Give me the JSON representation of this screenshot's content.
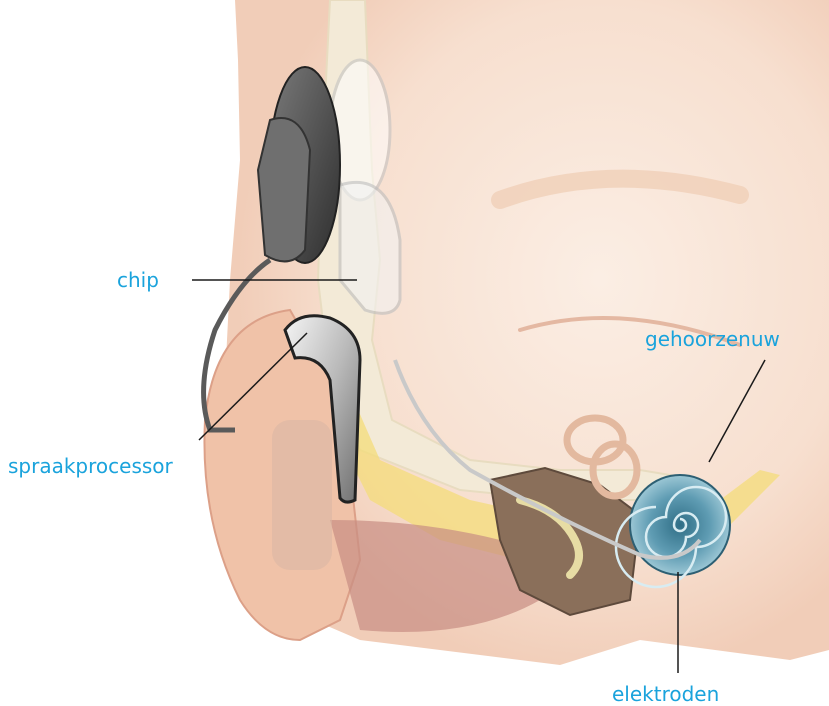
{
  "labels": {
    "chip": "chip",
    "spraakprocessor": "spraakprocessor",
    "gehoorzenuw": "gehoorzenuw",
    "elektroden": "elektroden"
  },
  "colors": {
    "label_text": "#1aa3dc",
    "leader_line": "#1a1a1a",
    "skin": "#f6d9c6",
    "skin_shadow": "#e9b9a0",
    "bone": "#f3ead7",
    "nerve_yellow": "#f4dc7a",
    "cochlea_blue": "#4f8da6",
    "device_dark": "#555555",
    "device_silver": "#d9d9d9",
    "middle_ear_brown": "#8a6f5a"
  },
  "icons": {
    "processor": "behind-the-ear-processor-illustration",
    "coil": "transmitter-coil-illustration",
    "cochlea": "cochlea-spiral-illustration"
  }
}
